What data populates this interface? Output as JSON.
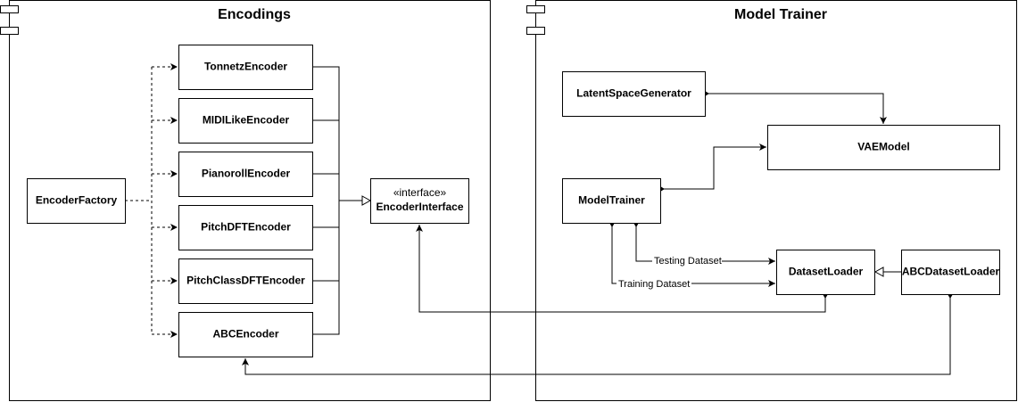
{
  "packages": {
    "encodings": {
      "title": "Encodings"
    },
    "model_trainer": {
      "title": "Model Trainer"
    }
  },
  "nodes": {
    "encoder_factory": "EncoderFactory",
    "tonnetz_encoder": "TonnetzEncoder",
    "midilike_encoder": "MIDILikeEncoder",
    "pianoroll_encoder": "PianorollEncoder",
    "pitchdft_encoder": "PitchDFTEncoder",
    "pitchclassdft_encoder": "PitchClassDFTEncoder",
    "abc_encoder": "ABCEncoder",
    "encoder_interface": {
      "stereotype": "«interface»",
      "name": "EncoderInterface"
    },
    "latent_space_generator": "LatentSpaceGenerator",
    "vae_model": "VAEModel",
    "model_trainer": "ModelTrainer",
    "dataset_loader": "DatasetLoader",
    "abc_dataset_loader": "ABCDatasetLoader"
  },
  "edges": {
    "testing_dataset": "Testing Dataset",
    "training_dataset": "Training Dataset"
  }
}
